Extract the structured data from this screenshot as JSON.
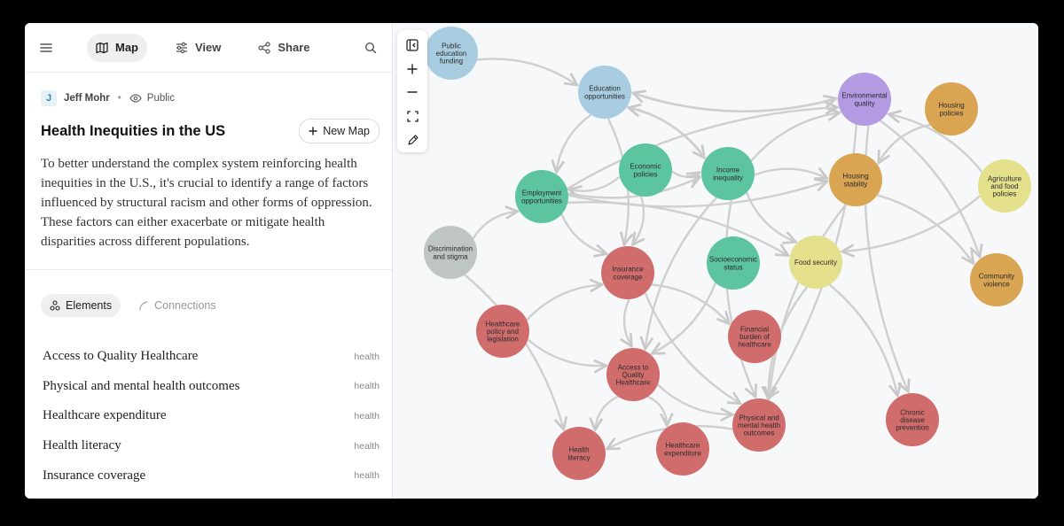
{
  "nav": {
    "tabs": [
      {
        "label": "Map",
        "icon": "map-icon"
      },
      {
        "label": "View",
        "icon": "sliders-icon"
      },
      {
        "label": "Share",
        "icon": "share-icon"
      }
    ]
  },
  "meta": {
    "avatar_initial": "J",
    "author": "Jeff Mohr",
    "visibility": "Public"
  },
  "map": {
    "title": "Health Inequities in the US",
    "new_map_label": "New Map",
    "description": "To better understand the complex system reinforcing health inequities in the U.S., it's crucial to identify a range of factors influenced by structural racism and other forms of oppression. These factors can either exacerbate or mitigate health disparities across different populations."
  },
  "sub_tabs": {
    "elements": "Elements",
    "connections": "Connections"
  },
  "elements": [
    {
      "name": "Access to Quality Healthcare",
      "tag": "health"
    },
    {
      "name": "Physical and mental health outcomes",
      "tag": "health"
    },
    {
      "name": "Healthcare expenditure",
      "tag": "health"
    },
    {
      "name": "Health literacy",
      "tag": "health"
    },
    {
      "name": "Insurance coverage",
      "tag": "health"
    }
  ],
  "colors": {
    "education": "#a9cde0",
    "economy": "#5cc49f",
    "environment": "#b39ae3",
    "housing": "#d9a553",
    "food": "#e4e08c",
    "social": "#bfc4c4",
    "health": "#d16c6c",
    "edge": "#cfcfcf"
  },
  "graph": {
    "nodes": [
      {
        "id": "ped",
        "lines": [
          "Public",
          "education",
          "funding"
        ],
        "group": "education"
      },
      {
        "id": "edu",
        "lines": [
          "Education",
          "opportunities"
        ],
        "group": "education"
      },
      {
        "id": "eco",
        "lines": [
          "Economic",
          "policies"
        ],
        "group": "economy"
      },
      {
        "id": "inc",
        "lines": [
          "Income",
          "inequality"
        ],
        "group": "economy"
      },
      {
        "id": "emp",
        "lines": [
          "Employment",
          "opportunities"
        ],
        "group": "economy"
      },
      {
        "id": "env",
        "lines": [
          "Environmental",
          "quality"
        ],
        "group": "environment"
      },
      {
        "id": "hpol",
        "lines": [
          "Housing",
          "policies"
        ],
        "group": "housing"
      },
      {
        "id": "hst",
        "lines": [
          "Housing",
          "stability"
        ],
        "group": "housing"
      },
      {
        "id": "agr",
        "lines": [
          "Agriculture",
          "and food",
          "policies"
        ],
        "group": "food"
      },
      {
        "id": "dis",
        "lines": [
          "Discrimination",
          "and stigma"
        ],
        "group": "social"
      },
      {
        "id": "ins",
        "lines": [
          "Insurance",
          "coverage"
        ],
        "group": "health"
      },
      {
        "id": "ses",
        "lines": [
          "Socioeconomic",
          "status"
        ],
        "group": "economy"
      },
      {
        "id": "fs",
        "lines": [
          "Food security"
        ],
        "group": "food"
      },
      {
        "id": "cv",
        "lines": [
          "Community",
          "violence"
        ],
        "group": "housing"
      },
      {
        "id": "hpl",
        "lines": [
          "Healthcare",
          "policy and",
          "legislation"
        ],
        "group": "health"
      },
      {
        "id": "fin",
        "lines": [
          "Financial",
          "burden of",
          "healthcare"
        ],
        "group": "health"
      },
      {
        "id": "acc",
        "lines": [
          "Access to",
          "Quality",
          "Healthcare"
        ],
        "group": "health"
      },
      {
        "id": "phm",
        "lines": [
          "Physical and",
          "mental health",
          "outcomes"
        ],
        "group": "health"
      },
      {
        "id": "cdp",
        "lines": [
          "Chronic",
          "disease",
          "prevention"
        ],
        "group": "health"
      },
      {
        "id": "hlit",
        "lines": [
          "Health",
          "literacy"
        ],
        "group": "health"
      },
      {
        "id": "hexp",
        "lines": [
          "Healthcare",
          "expenditure"
        ],
        "group": "health"
      }
    ],
    "edges": [
      [
        "ped",
        "edu"
      ],
      [
        "edu",
        "emp"
      ],
      [
        "edu",
        "inc"
      ],
      [
        "eco",
        "inc"
      ],
      [
        "eco",
        "emp"
      ],
      [
        "emp",
        "inc"
      ],
      [
        "inc",
        "hst"
      ],
      [
        "inc",
        "fs"
      ],
      [
        "inc",
        "env"
      ],
      [
        "emp",
        "ins"
      ],
      [
        "emp",
        "fs"
      ],
      [
        "emp",
        "hst"
      ],
      [
        "dis",
        "emp"
      ],
      [
        "ins",
        "acc"
      ],
      [
        "ins",
        "fin"
      ],
      [
        "ins",
        "phm"
      ],
      [
        "hpl",
        "ins"
      ],
      [
        "hpl",
        "acc"
      ],
      [
        "ses",
        "acc"
      ],
      [
        "acc",
        "hlit"
      ],
      [
        "acc",
        "hexp"
      ],
      [
        "acc",
        "phm"
      ],
      [
        "env",
        "phm"
      ],
      [
        "env",
        "cdp"
      ],
      [
        "env",
        "cv"
      ],
      [
        "hpol",
        "hst"
      ],
      [
        "agr",
        "fs"
      ],
      [
        "fs",
        "phm"
      ],
      [
        "fs",
        "cdp"
      ],
      [
        "hst",
        "phm"
      ],
      [
        "edu",
        "ins"
      ],
      [
        "inc",
        "phm"
      ],
      [
        "eco",
        "ins"
      ],
      [
        "inc",
        "acc"
      ],
      [
        "dis",
        "hlit"
      ],
      [
        "phm",
        "hlit"
      ],
      [
        "hst",
        "cv"
      ],
      [
        "edu",
        "env"
      ],
      [
        "env",
        "edu"
      ],
      [
        "agr",
        "env"
      ],
      [
        "emp",
        "env"
      ],
      [
        "inc",
        "edu"
      ]
    ]
  }
}
